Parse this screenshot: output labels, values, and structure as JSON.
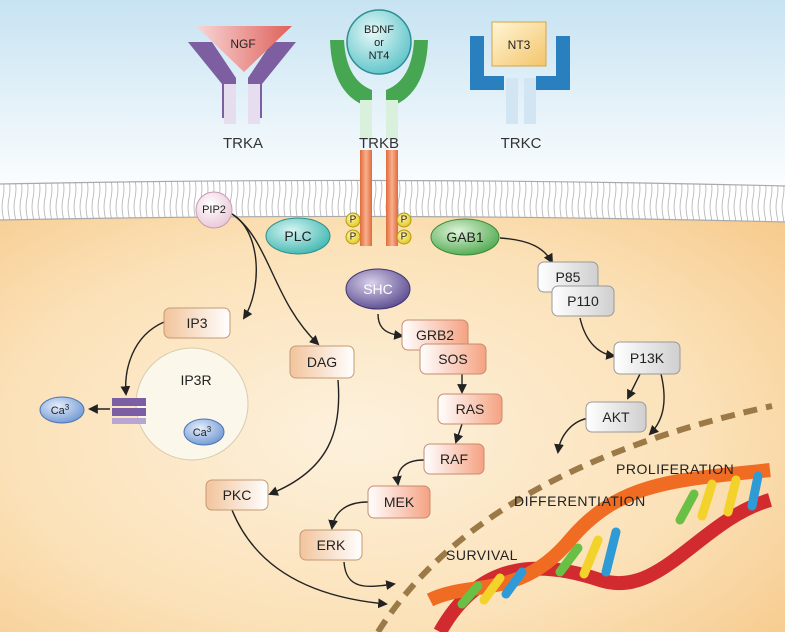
{
  "receptors": {
    "trka": {
      "label": "TRKA",
      "ligand": "NGF"
    },
    "trkb": {
      "label": "TRKB",
      "ligand_line1": "BDNF",
      "ligand_line2": "or",
      "ligand_line3": "NT4"
    },
    "trkc": {
      "label": "TRKC",
      "ligand": "NT3"
    }
  },
  "phospho": "P",
  "nodes": {
    "pip2": "PIP2",
    "plc": "PLC",
    "gab1": "GAB1",
    "shc": "SHC",
    "p85": "P85",
    "p110": "P110",
    "ip3": "IP3",
    "dag": "DAG",
    "grb2": "GRB2",
    "sos": "SOS",
    "ras": "RAS",
    "raf": "RAF",
    "mek": "MEK",
    "erk": "ERK",
    "pkc": "PKC",
    "p13k": "P13K",
    "akt": "AKT",
    "ip3r": "IP3R",
    "ca_out": "Ca",
    "ca_out_sup": "3",
    "ca_in": "Ca",
    "ca_in_sup": "3"
  },
  "outcomes": {
    "proliferation": "PROLIFERATION",
    "differentiation": "DIFFERENTIATION",
    "survival": "SURVIVAL"
  },
  "colors": {
    "sky_top": "#cfe7f3",
    "cytoplasm": "#f9d49a",
    "trka": "#8a6aa8",
    "trkb": "#4dae57",
    "trkc": "#2a7fbf",
    "membrane_line": "#9a9a9a",
    "nucleus_border": "#9a7a4a",
    "dna_red": "#c8232c",
    "dna_orange": "#ee6a1f"
  }
}
